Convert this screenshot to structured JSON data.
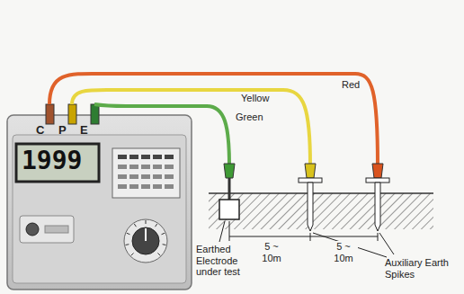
{
  "diagram": {
    "labels": [
      "C",
      "P",
      "E",
      "Red",
      "Yellow",
      "Green",
      "1999",
      "Earthed Electrode under test",
      "5 ~ 10m",
      "5 ~ 10m",
      "Auxiliary Earth Spikes"
    ]
  }
}
